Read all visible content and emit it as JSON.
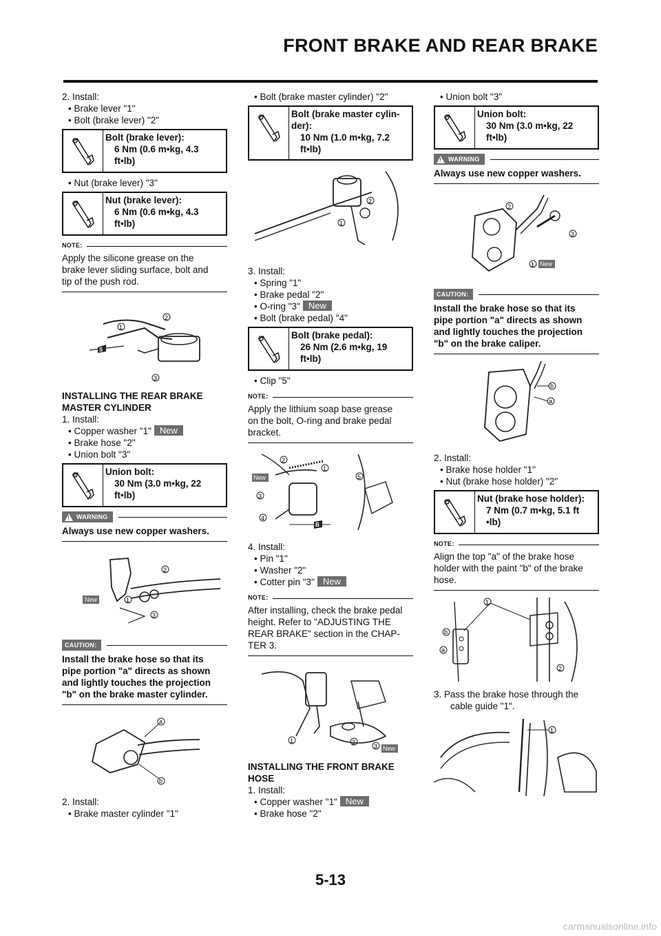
{
  "header": {
    "title": "FRONT BRAKE AND REAR BRAKE"
  },
  "footer": {
    "page_number": "5-13",
    "watermark": "carmanualsonline.info"
  },
  "tags": {
    "new": "New"
  },
  "labels": {
    "note": "NOTE:",
    "warning": "WARNING",
    "caution": "CAUTION:"
  },
  "col1": {
    "step2": "2.  Install:",
    "b1": "Brake lever \"1\"",
    "b2": "Bolt (brake lever) \"2\"",
    "spec1": {
      "t": "Bolt (brake lever):",
      "v1": "6 Nm (0.6 m•kg, 4.3",
      "v2": "ft•lb)"
    },
    "b3": "Nut (brake lever) \"3\"",
    "spec2": {
      "t": "Nut (brake lever):",
      "v1": "6 Nm (0.6 m•kg, 4.3",
      "v2": "ft•lb)"
    },
    "note1": [
      "Apply the silicone grease on the",
      "brake lever sliding surface, bolt and",
      "tip of the push rod."
    ],
    "sect_h1": "INSTALLING THE REAR BRAKE",
    "sect_h2": "MASTER CYLINDER",
    "step1": "1.  Install:",
    "c1": "Copper washer \"1\"",
    "c2": "Brake hose \"2\"",
    "c3": "Union bolt \"3\"",
    "spec3": {
      "t": "Union bolt:",
      "v1": "30 Nm (3.0 m•kg, 22",
      "v2": "ft•lb)"
    },
    "warn": "Always use new copper washers.",
    "caution": [
      "Install the brake hose so that its",
      "pipe portion \"a\" directs as shown",
      "and lightly touches the projection",
      "\"b\" on the brake master cylinder."
    ],
    "step2b": "2.  Install:",
    "d1": "Brake master cylinder \"1\""
  },
  "col2": {
    "b1": "Bolt (brake master cylinder) \"2\"",
    "spec1": {
      "t1": "Bolt (brake master cylin-",
      "t2": "der):",
      "v1": "10 Nm (1.0 m•kg, 7.2",
      "v2": "ft•lb)"
    },
    "step3": "3.  Install:",
    "e1": "Spring \"1\"",
    "e2": "Brake pedal \"2\"",
    "e3": "O-ring \"3\"",
    "e4": "Bolt (brake pedal) \"4\"",
    "spec2": {
      "t": "Bolt (brake pedal):",
      "v1": "26 Nm (2.6 m•kg, 19",
      "v2": "ft•lb)"
    },
    "e5": "Clip \"5\"",
    "note1": [
      "Apply the lithium soap base grease",
      "on the bolt, O-ring and brake pedal",
      "bracket."
    ],
    "step4": "4.  Install:",
    "f1": "Pin \"1\"",
    "f2": "Washer \"2\"",
    "f3": "Cotter pin \"3\"",
    "note2": [
      "After installing, check the brake pedal",
      "height. Refer to \"ADJUSTING THE",
      "REAR BRAKE\" section in the CHAP-",
      "TER 3."
    ],
    "sect_h1": "INSTALLING THE FRONT BRAKE",
    "sect_h2": "HOSE",
    "step1": "1.  Install:",
    "g1": "Copper washer \"1\"",
    "g2": "Brake hose \"2\""
  },
  "col3": {
    "b1": "Union bolt \"3\"",
    "spec1": {
      "t": "Union bolt:",
      "v1": "30 Nm (3.0 m•kg, 22",
      "v2": "ft•lb)"
    },
    "warn": "Always use new copper washers.",
    "caution": [
      "Install the brake hose so that its",
      "pipe portion \"a\" directs as shown",
      "and lightly touches the projection",
      "\"b\" on the brake caliper."
    ],
    "step2": "2.  Install:",
    "h1": "Brake hose holder \"1\"",
    "h2": "Nut (brake hose holder) \"2\"",
    "spec2": {
      "t": "Nut (brake hose holder):",
      "v1": "7 Nm (0.7 m•kg, 5.1 ft",
      "v2": "•lb)"
    },
    "note1": [
      "Align the top \"a\" of the brake hose",
      "holder with the paint \"b\" of the brake",
      "hose."
    ],
    "step3a": "3.  Pass the brake hose through the",
    "step3b": "cable guide \"1\"."
  },
  "callouts": {
    "n1": "1",
    "n2": "2",
    "n3": "3",
    "n4": "4",
    "n5": "5",
    "a": "a",
    "b": "b",
    "s": "S",
    "bb": "B"
  }
}
